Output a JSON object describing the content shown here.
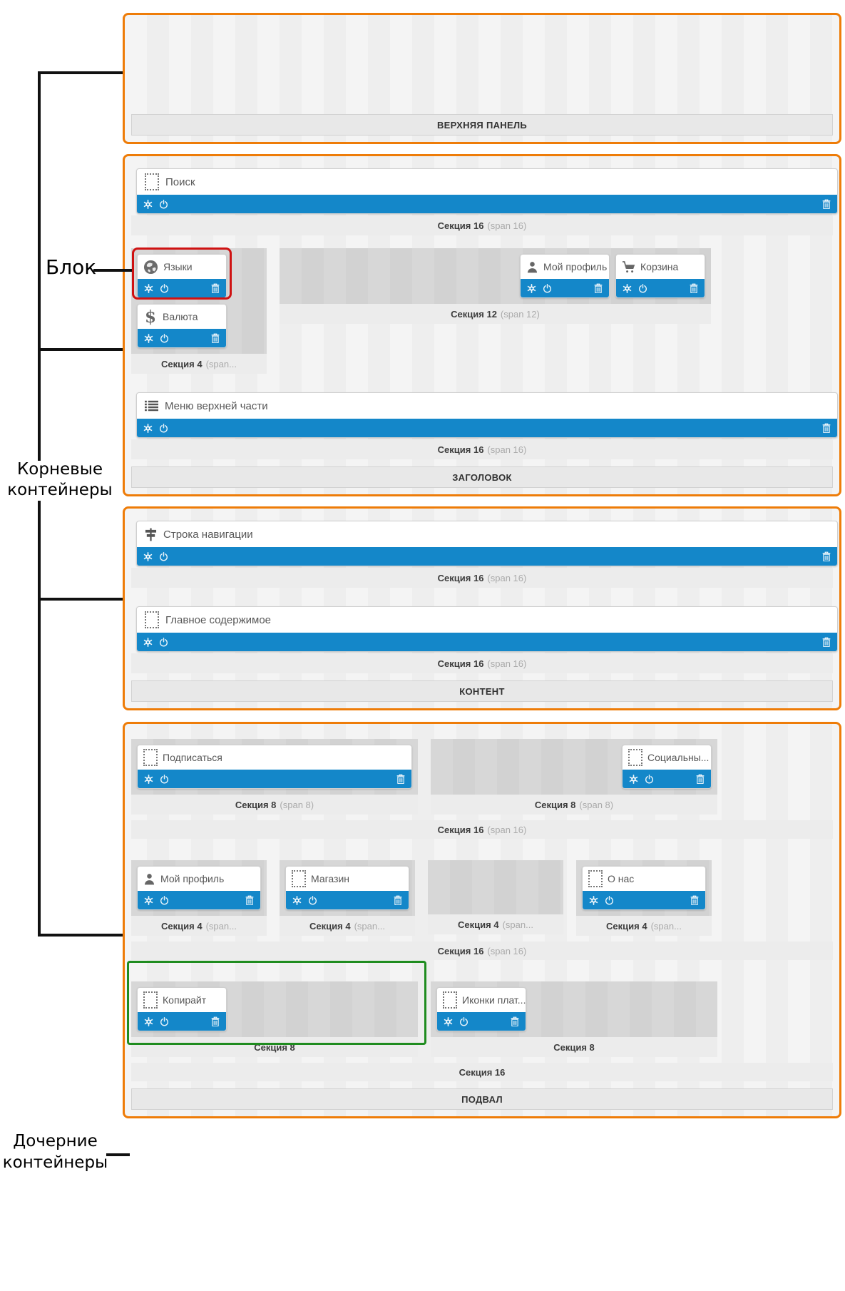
{
  "annotations": {
    "block_label": "Блок",
    "root_label_1": "Корневые",
    "root_label_2": "контейнеры",
    "child_label_1": "Дочерние",
    "child_label_2": "контейнеры"
  },
  "colors": {
    "container_border_orange": "#ee7c08",
    "toolbar_blue": "#1487c9",
    "block_highlight_red": "#cf1212",
    "child_highlight_green": "#1f8c1f"
  },
  "icons": {
    "currency_glyph": "$"
  },
  "top_panel": {
    "label": "ВЕРХНЯЯ ПАНЕЛЬ"
  },
  "header": {
    "label": "ЗАГОЛОВОК",
    "search": {
      "title": "Секция 16",
      "span": "(span 16)",
      "block": "Поиск"
    },
    "lang_col": {
      "title": "Секция 4",
      "span": "(span...",
      "languages": "Языки",
      "currency": "Валюта"
    },
    "account": {
      "title": "Секция 12",
      "span": "(span 12)",
      "profile": "Мой профиль",
      "cart": "Корзина"
    },
    "menu": {
      "title": "Секция 16",
      "span": "(span 16)",
      "block": "Меню верхней части"
    }
  },
  "content": {
    "label": "КОНТЕНТ",
    "breadcrumbs": {
      "title": "Секция 16",
      "span": "(span 16)",
      "block": "Строка навигации"
    },
    "main": {
      "title": "Секция 16",
      "span": "(span 16)",
      "block": "Главное содержимое"
    }
  },
  "footer": {
    "label": "ПОДВАЛ",
    "row1": {
      "wrapper_title": "Секция 16",
      "wrapper_span": "(span 16)",
      "subscribe": {
        "title": "Секция 8",
        "span": "(span 8)",
        "block": "Подписаться"
      },
      "social": {
        "title": "Секция 8",
        "span": "(span 8)",
        "block": "Социальны..."
      }
    },
    "row2": {
      "wrapper_title": "Секция 16",
      "wrapper_span": "(span 16)",
      "profile": {
        "title": "Секция 4",
        "span": "(span...",
        "block": "Мой профиль"
      },
      "shop": {
        "title": "Секция 4",
        "span": "(span...",
        "block": "Магазин"
      },
      "empty": {
        "title": "Секция 4",
        "span": "(span..."
      },
      "about": {
        "title": "Секция 4",
        "span": "(span...",
        "block": "О нас"
      }
    },
    "row3": {
      "wrapper_title": "Секция 16",
      "copyright": {
        "title": "Секция 8",
        "block": "Копирайт"
      },
      "payment": {
        "title": "Секция 8",
        "block": "Иконки плат..."
      }
    }
  }
}
